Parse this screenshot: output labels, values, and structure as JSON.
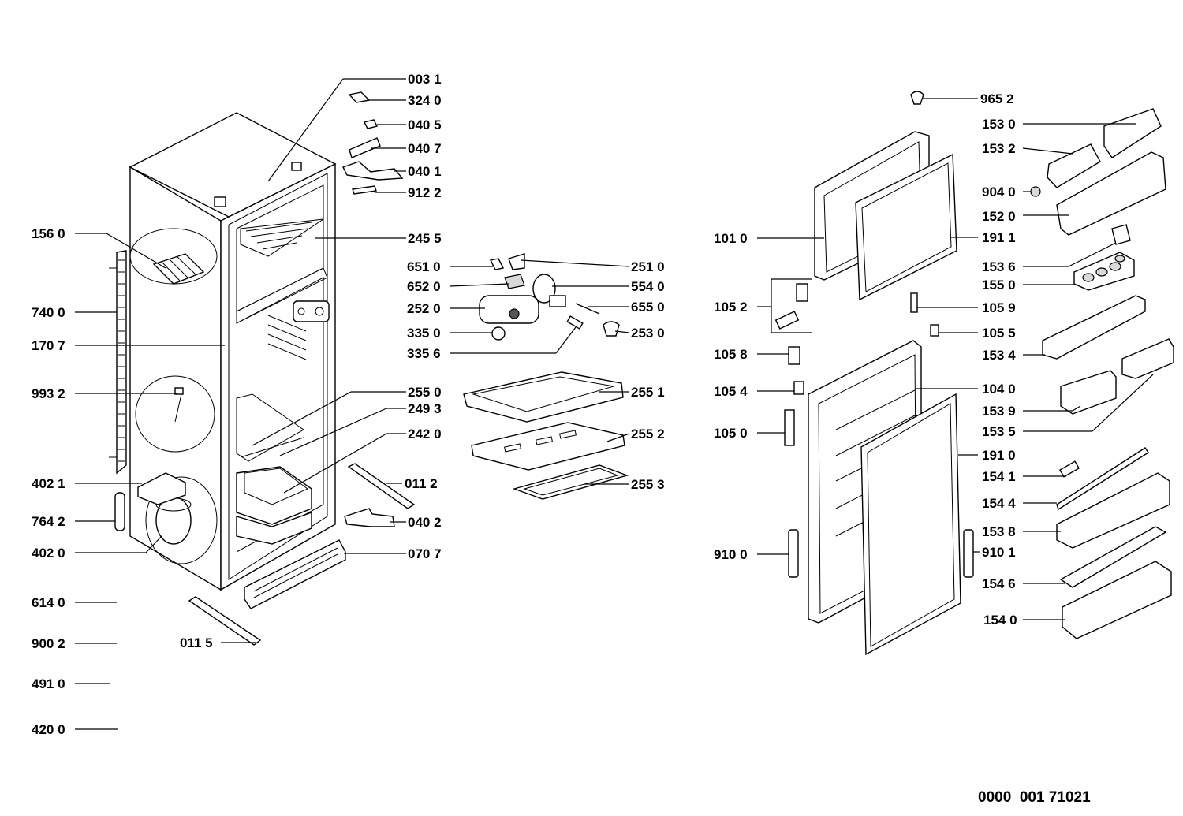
{
  "labels": {
    "p0031": "003 1",
    "p3240": "324 0",
    "p0405": "040 5",
    "p0407": "040 7",
    "p0401": "040 1",
    "p9122": "912 2",
    "p1560": "156 0",
    "p2455": "245 5",
    "p6510": "651 0",
    "p2510": "251 0",
    "p6520": "652 0",
    "p5540": "554 0",
    "p7400": "740 0",
    "p2520": "252 0",
    "p6550": "655 0",
    "p3350": "335 0",
    "p2530": "253 0",
    "p1707": "170 7",
    "p3356": "335 6",
    "p9932": "993 2",
    "p2550": "255 0",
    "p2551": "255 1",
    "p2493": "249 3",
    "p2420": "242 0",
    "p2552": "255 2",
    "p4021": "402 1",
    "p0112": "011 2",
    "p2553": "255 3",
    "p7642": "764 2",
    "p0402": "040 2",
    "p4020": "402 0",
    "p0707": "070 7",
    "p6140": "614 0",
    "p9002": "900 2",
    "p0115": "011 5",
    "p4910": "491 0",
    "p4200": "420 0",
    "p9652": "965 2",
    "p1530": "153 0",
    "p1532": "153 2",
    "p9040": "904 0",
    "p1520": "152 0",
    "p1010": "101 0",
    "p1911": "191 1",
    "p1536": "153 6",
    "p1052": "105 2",
    "p1550": "155 0",
    "p1059": "105 9",
    "p1055": "105 5",
    "p1058": "105 8",
    "p1534": "153 4",
    "p1054": "105 4",
    "p1040": "104 0",
    "p1539": "153 9",
    "p1050": "105 0",
    "p1535": "153 5",
    "p1910": "191 0",
    "p1541": "154 1",
    "p1544": "154 4",
    "p1538": "153 8",
    "p9100": "910 0",
    "p9101": "910 1",
    "p1546": "154 6",
    "p1540": "154 0"
  },
  "drawing_code": "0000  001 71021"
}
